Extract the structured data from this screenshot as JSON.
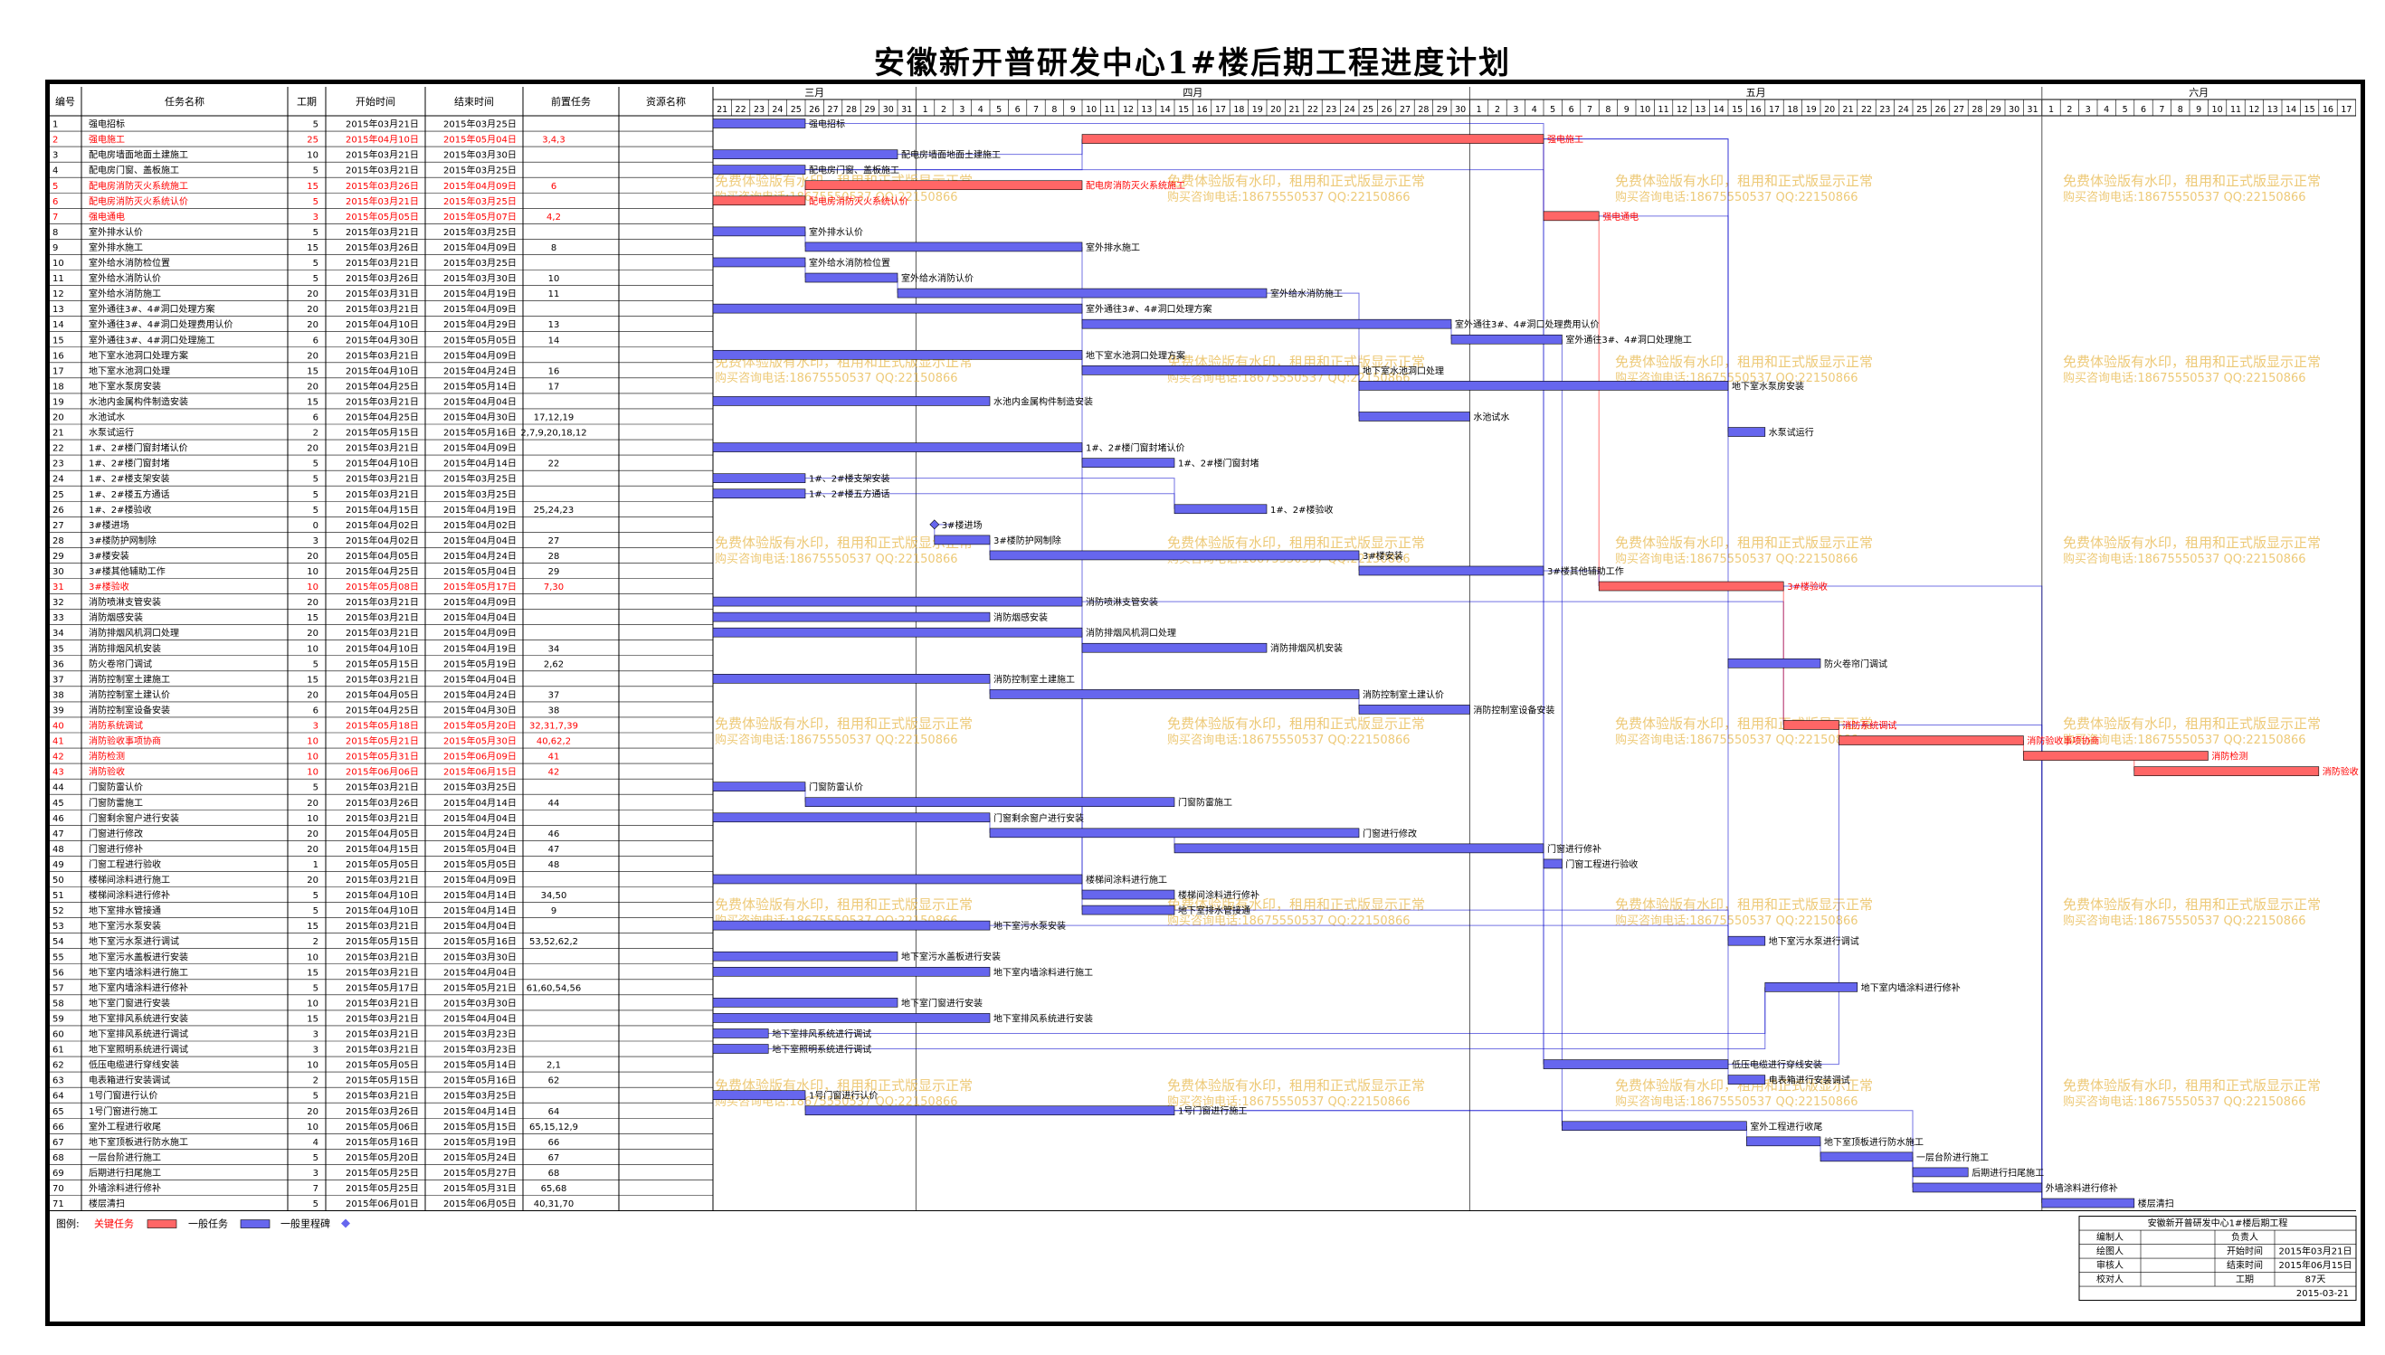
{
  "title": "安徽新开普研发中心1#楼后期工程进度计划",
  "columns": [
    "编号",
    "任务名称",
    "工期",
    "开始时间",
    "结束时间",
    "前置任务",
    "资源名称"
  ],
  "months": [
    {
      "label": "三月",
      "start": "2015-03-21"
    },
    {
      "label": "四月",
      "start": "2015-04-01"
    },
    {
      "label": "五月",
      "start": "2015-05-01"
    },
    {
      "label": "六月",
      "start": "2015-06-01"
    }
  ],
  "watermark": [
    "免费体验版有水印，租用和正式版显示正常",
    "购买咨询电话:18675550537 QQ:22150866"
  ],
  "legend": {
    "label": "图例:",
    "critical": "关键任务",
    "normal": "一般任务",
    "milestone": "一般里程碑"
  },
  "info_box": {
    "title": "安徽新开普研发中心1#楼后期工程",
    "rows": [
      [
        "编制人",
        "",
        "负责人",
        ""
      ],
      [
        "绘图人",
        "",
        "开始时间",
        "2015年03月21日"
      ],
      [
        "审核人",
        "",
        "结束时间",
        "2015年06月15日"
      ],
      [
        "校对人",
        "",
        "工期",
        "87天"
      ]
    ],
    "date": "2015-03-21"
  },
  "colors": {
    "critical_fill": "#ff6666",
    "critical_text": "#ff0000",
    "normal_fill": "#6666ee",
    "link": "#0000cc",
    "link_critical": "#ff0000"
  },
  "chart_data": {
    "type": "gantt",
    "title": "安徽新开普研发中心1#楼后期工程进度计划",
    "x_range": [
      "2015-03-21",
      "2015-06-18"
    ],
    "tasks": [
      [
        "1",
        "强电招标",
        5,
        "2015年03月21日",
        "2015年03月25日",
        "",
        0
      ],
      [
        "2",
        "强电施工",
        25,
        "2015年04月10日",
        "2015年05月04日",
        "3,4,3",
        1
      ],
      [
        "3",
        "配电房墙面地面土建施工",
        10,
        "2015年03月21日",
        "2015年03月30日",
        "",
        0
      ],
      [
        "4",
        "配电房门窗、盖板施工",
        5,
        "2015年03月21日",
        "2015年03月25日",
        "",
        0
      ],
      [
        "5",
        "配电房消防灭火系统施工",
        15,
        "2015年03月26日",
        "2015年04月09日",
        "6",
        1
      ],
      [
        "6",
        "配电房消防灭火系统认价",
        5,
        "2015年03月21日",
        "2015年03月25日",
        "",
        1
      ],
      [
        "7",
        "强电通电",
        3,
        "2015年05月05日",
        "2015年05月07日",
        "4,2",
        1
      ],
      [
        "8",
        "室外排水认价",
        5,
        "2015年03月21日",
        "2015年03月25日",
        "",
        0
      ],
      [
        "9",
        "室外排水施工",
        15,
        "2015年03月26日",
        "2015年04月09日",
        "8",
        0
      ],
      [
        "10",
        "室外给水消防检位置",
        5,
        "2015年03月21日",
        "2015年03月25日",
        "",
        0
      ],
      [
        "11",
        "室外给水消防认价",
        5,
        "2015年03月26日",
        "2015年03月30日",
        "10",
        0
      ],
      [
        "12",
        "室外给水消防施工",
        20,
        "2015年03月31日",
        "2015年04月19日",
        "11",
        0
      ],
      [
        "13",
        "室外通往3#、4#洞口处理方案",
        20,
        "2015年03月21日",
        "2015年04月09日",
        "",
        0
      ],
      [
        "14",
        "室外通往3#、4#洞口处理费用认价",
        20,
        "2015年04月10日",
        "2015年04月29日",
        "13",
        0
      ],
      [
        "15",
        "室外通往3#、4#洞口处理施工",
        6,
        "2015年04月30日",
        "2015年05月05日",
        "14",
        0
      ],
      [
        "16",
        "地下室水池洞口处理方案",
        20,
        "2015年03月21日",
        "2015年04月09日",
        "",
        0
      ],
      [
        "17",
        "地下室水池洞口处理",
        15,
        "2015年04月10日",
        "2015年04月24日",
        "16",
        0
      ],
      [
        "18",
        "地下室水泵房安装",
        20,
        "2015年04月25日",
        "2015年05月14日",
        "17",
        0
      ],
      [
        "19",
        "水池内金属构件制造安装",
        15,
        "2015年03月21日",
        "2015年04月04日",
        "",
        0
      ],
      [
        "20",
        "水池试水",
        6,
        "2015年04月25日",
        "2015年04月30日",
        "17,12,19",
        0
      ],
      [
        "21",
        "水泵试运行",
        2,
        "2015年05月15日",
        "2015年05月16日",
        "2,7,9,20,18,12",
        0
      ],
      [
        "22",
        "1#、2#楼门窗封堵认价",
        20,
        "2015年03月21日",
        "2015年04月09日",
        "",
        0
      ],
      [
        "23",
        "1#、2#楼门窗封堵",
        5,
        "2015年04月10日",
        "2015年04月14日",
        "22",
        0
      ],
      [
        "24",
        "1#、2#楼支架安装",
        5,
        "2015年03月21日",
        "2015年03月25日",
        "",
        0
      ],
      [
        "25",
        "1#、2#楼五方通话",
        5,
        "2015年03月21日",
        "2015年03月25日",
        "",
        0
      ],
      [
        "26",
        "1#、2#楼验收",
        5,
        "2015年04月15日",
        "2015年04月19日",
        "25,24,23",
        0
      ],
      [
        "27",
        "3#楼进场",
        0,
        "2015年04月02日",
        "2015年04月02日",
        "",
        0
      ],
      [
        "28",
        "3#楼防护网制除",
        3,
        "2015年04月02日",
        "2015年04月04日",
        "27",
        0
      ],
      [
        "29",
        "3#楼安装",
        20,
        "2015年04月05日",
        "2015年04月24日",
        "28",
        0
      ],
      [
        "30",
        "3#楼其他辅助工作",
        10,
        "2015年04月25日",
        "2015年05月04日",
        "29",
        0
      ],
      [
        "31",
        "3#楼验收",
        10,
        "2015年05月08日",
        "2015年05月17日",
        "7,30",
        1
      ],
      [
        "32",
        "消防喷淋支管安装",
        20,
        "2015年03月21日",
        "2015年04月09日",
        "",
        0
      ],
      [
        "33",
        "消防烟感安装",
        15,
        "2015年03月21日",
        "2015年04月04日",
        "",
        0
      ],
      [
        "34",
        "消防排烟风机洞口处理",
        20,
        "2015年03月21日",
        "2015年04月09日",
        "",
        0
      ],
      [
        "35",
        "消防排烟风机安装",
        10,
        "2015年04月10日",
        "2015年04月19日",
        "34",
        0
      ],
      [
        "36",
        "防火卷帘门调试",
        5,
        "2015年05月15日",
        "2015年05月19日",
        "2,62",
        0
      ],
      [
        "37",
        "消防控制室土建施工",
        15,
        "2015年03月21日",
        "2015年04月04日",
        "",
        0
      ],
      [
        "38",
        "消防控制室土建认价",
        20,
        "2015年04月05日",
        "2015年04月24日",
        "37",
        0
      ],
      [
        "39",
        "消防控制室设备安装",
        6,
        "2015年04月25日",
        "2015年04月30日",
        "38",
        0
      ],
      [
        "40",
        "消防系统调试",
        3,
        "2015年05月18日",
        "2015年05月20日",
        "32,31,7,39",
        1
      ],
      [
        "41",
        "消防验收事项协商",
        10,
        "2015年05月21日",
        "2015年05月30日",
        "40,62,2",
        1
      ],
      [
        "42",
        "消防检测",
        10,
        "2015年05月31日",
        "2015年06月09日",
        "41",
        1
      ],
      [
        "43",
        "消防验收",
        10,
        "2015年06月06日",
        "2015年06月15日",
        "42",
        1
      ],
      [
        "44",
        "门窗防雷认价",
        5,
        "2015年03月21日",
        "2015年03月25日",
        "",
        0
      ],
      [
        "45",
        "门窗防雷施工",
        20,
        "2015年03月26日",
        "2015年04月14日",
        "44",
        0
      ],
      [
        "46",
        "门窗剩余窗户进行安装",
        10,
        "2015年03月21日",
        "2015年04月04日",
        "",
        0
      ],
      [
        "47",
        "门窗进行修改",
        20,
        "2015年04月05日",
        "2015年04月24日",
        "46",
        0
      ],
      [
        "48",
        "门窗进行修补",
        20,
        "2015年04月15日",
        "2015年05月04日",
        "47",
        0
      ],
      [
        "49",
        "门窗工程进行验收",
        1,
        "2015年05月05日",
        "2015年05月05日",
        "48",
        0
      ],
      [
        "50",
        "楼梯间涂料进行施工",
        20,
        "2015年03月21日",
        "2015年04月09日",
        "",
        0
      ],
      [
        "51",
        "楼梯间涂料进行修补",
        5,
        "2015年04月10日",
        "2015年04月14日",
        "34,50",
        0
      ],
      [
        "52",
        "地下室排水管接通",
        5,
        "2015年04月10日",
        "2015年04月14日",
        "9",
        0
      ],
      [
        "53",
        "地下室污水泵安装",
        15,
        "2015年03月21日",
        "2015年04月04日",
        "",
        0
      ],
      [
        "54",
        "地下室污水泵进行调试",
        2,
        "2015年05月15日",
        "2015年05月16日",
        "53,52,62,2",
        0
      ],
      [
        "55",
        "地下室污水盖板进行安装",
        10,
        "2015年03月21日",
        "2015年03月30日",
        "",
        0
      ],
      [
        "56",
        "地下室内墙涂料进行施工",
        15,
        "2015年03月21日",
        "2015年04月04日",
        "",
        0
      ],
      [
        "57",
        "地下室内墙涂料进行修补",
        5,
        "2015年05月17日",
        "2015年05月21日",
        "61,60,54,56",
        0
      ],
      [
        "58",
        "地下室门窗进行安装",
        10,
        "2015年03月21日",
        "2015年03月30日",
        "",
        0
      ],
      [
        "59",
        "地下室排风系统进行安装",
        15,
        "2015年03月21日",
        "2015年04月04日",
        "",
        0
      ],
      [
        "60",
        "地下室排风系统进行调试",
        3,
        "2015年03月21日",
        "2015年03月23日",
        "",
        0
      ],
      [
        "61",
        "地下室照明系统进行调试",
        3,
        "2015年03月21日",
        "2015年03月23日",
        "",
        0
      ],
      [
        "62",
        "低压电缆进行穿线安装",
        10,
        "2015年05月05日",
        "2015年05月14日",
        "2,1",
        0
      ],
      [
        "63",
        "电表箱进行安装调试",
        2,
        "2015年05月15日",
        "2015年05月16日",
        "62",
        0
      ],
      [
        "64",
        "1号门窗进行认价",
        5,
        "2015年03月21日",
        "2015年03月25日",
        "",
        0
      ],
      [
        "65",
        "1号门窗进行施工",
        20,
        "2015年03月26日",
        "2015年04月14日",
        "64",
        0
      ],
      [
        "66",
        "室外工程进行收尾",
        10,
        "2015年05月06日",
        "2015年05月15日",
        "65,15,12,9",
        0
      ],
      [
        "67",
        "地下室顶板进行防水施工",
        4,
        "2015年05月16日",
        "2015年05月19日",
        "66",
        0
      ],
      [
        "68",
        "一层台阶进行施工",
        5,
        "2015年05月20日",
        "2015年05月24日",
        "67",
        0
      ],
      [
        "69",
        "后期进行扫尾施工",
        3,
        "2015年05月25日",
        "2015年05月27日",
        "68",
        0
      ],
      [
        "70",
        "外墙涂料进行修补",
        7,
        "2015年05月25日",
        "2015年05月31日",
        "65,68",
        0
      ],
      [
        "71",
        "楼层清扫",
        5,
        "2015年06月01日",
        "2015年06月05日",
        "40,31,70",
        0
      ]
    ]
  }
}
